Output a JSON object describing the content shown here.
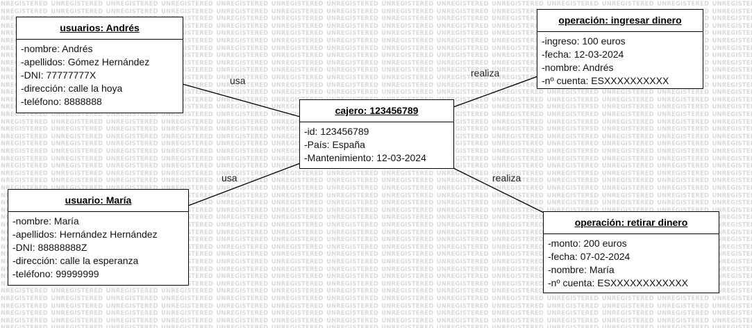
{
  "watermark": "UNREGISTERED",
  "objects": {
    "andres": {
      "title": "usuarios: Andrés",
      "attributes": [
        "-nombre: Andrés",
        "-apellidos: Gómez Hernández",
        "-DNI: 77777777X",
        "-dirección: calle la hoya",
        "-teléfono: 8888888"
      ]
    },
    "cajero": {
      "title": "cajero: 123456789",
      "attributes": [
        "-id: 123456789",
        "-País: España",
        "-Mantenimiento: 12-03-2024"
      ]
    },
    "maria": {
      "title": "usuario: María",
      "attributes": [
        "-nombre: María",
        "-apellidos: Hernández Hernández",
        "-DNI: 88888888Z",
        "-dirección: calle la esperanza",
        "-teléfono: 99999999"
      ]
    },
    "ingresar": {
      "title": "operación: ingresar dinero",
      "attributes": [
        "-ingreso: 100 euros",
        "-fecha: 12-03-2024",
        "-nombre: Andrés",
        "-nº cuenta: ESXXXXXXXXXX"
      ]
    },
    "retirar": {
      "title": "operación: retirar dinero",
      "attributes": [
        "-monto: 200 euros",
        "-fecha: 07-02-2024",
        "-nombre: María",
        "-nº cuenta: ESXXXXXXXXXXXX"
      ]
    }
  },
  "links": {
    "andres_cajero": "usa",
    "maria_cajero": "usa",
    "cajero_ingresar": "realiza",
    "cajero_retirar": "realiza"
  }
}
